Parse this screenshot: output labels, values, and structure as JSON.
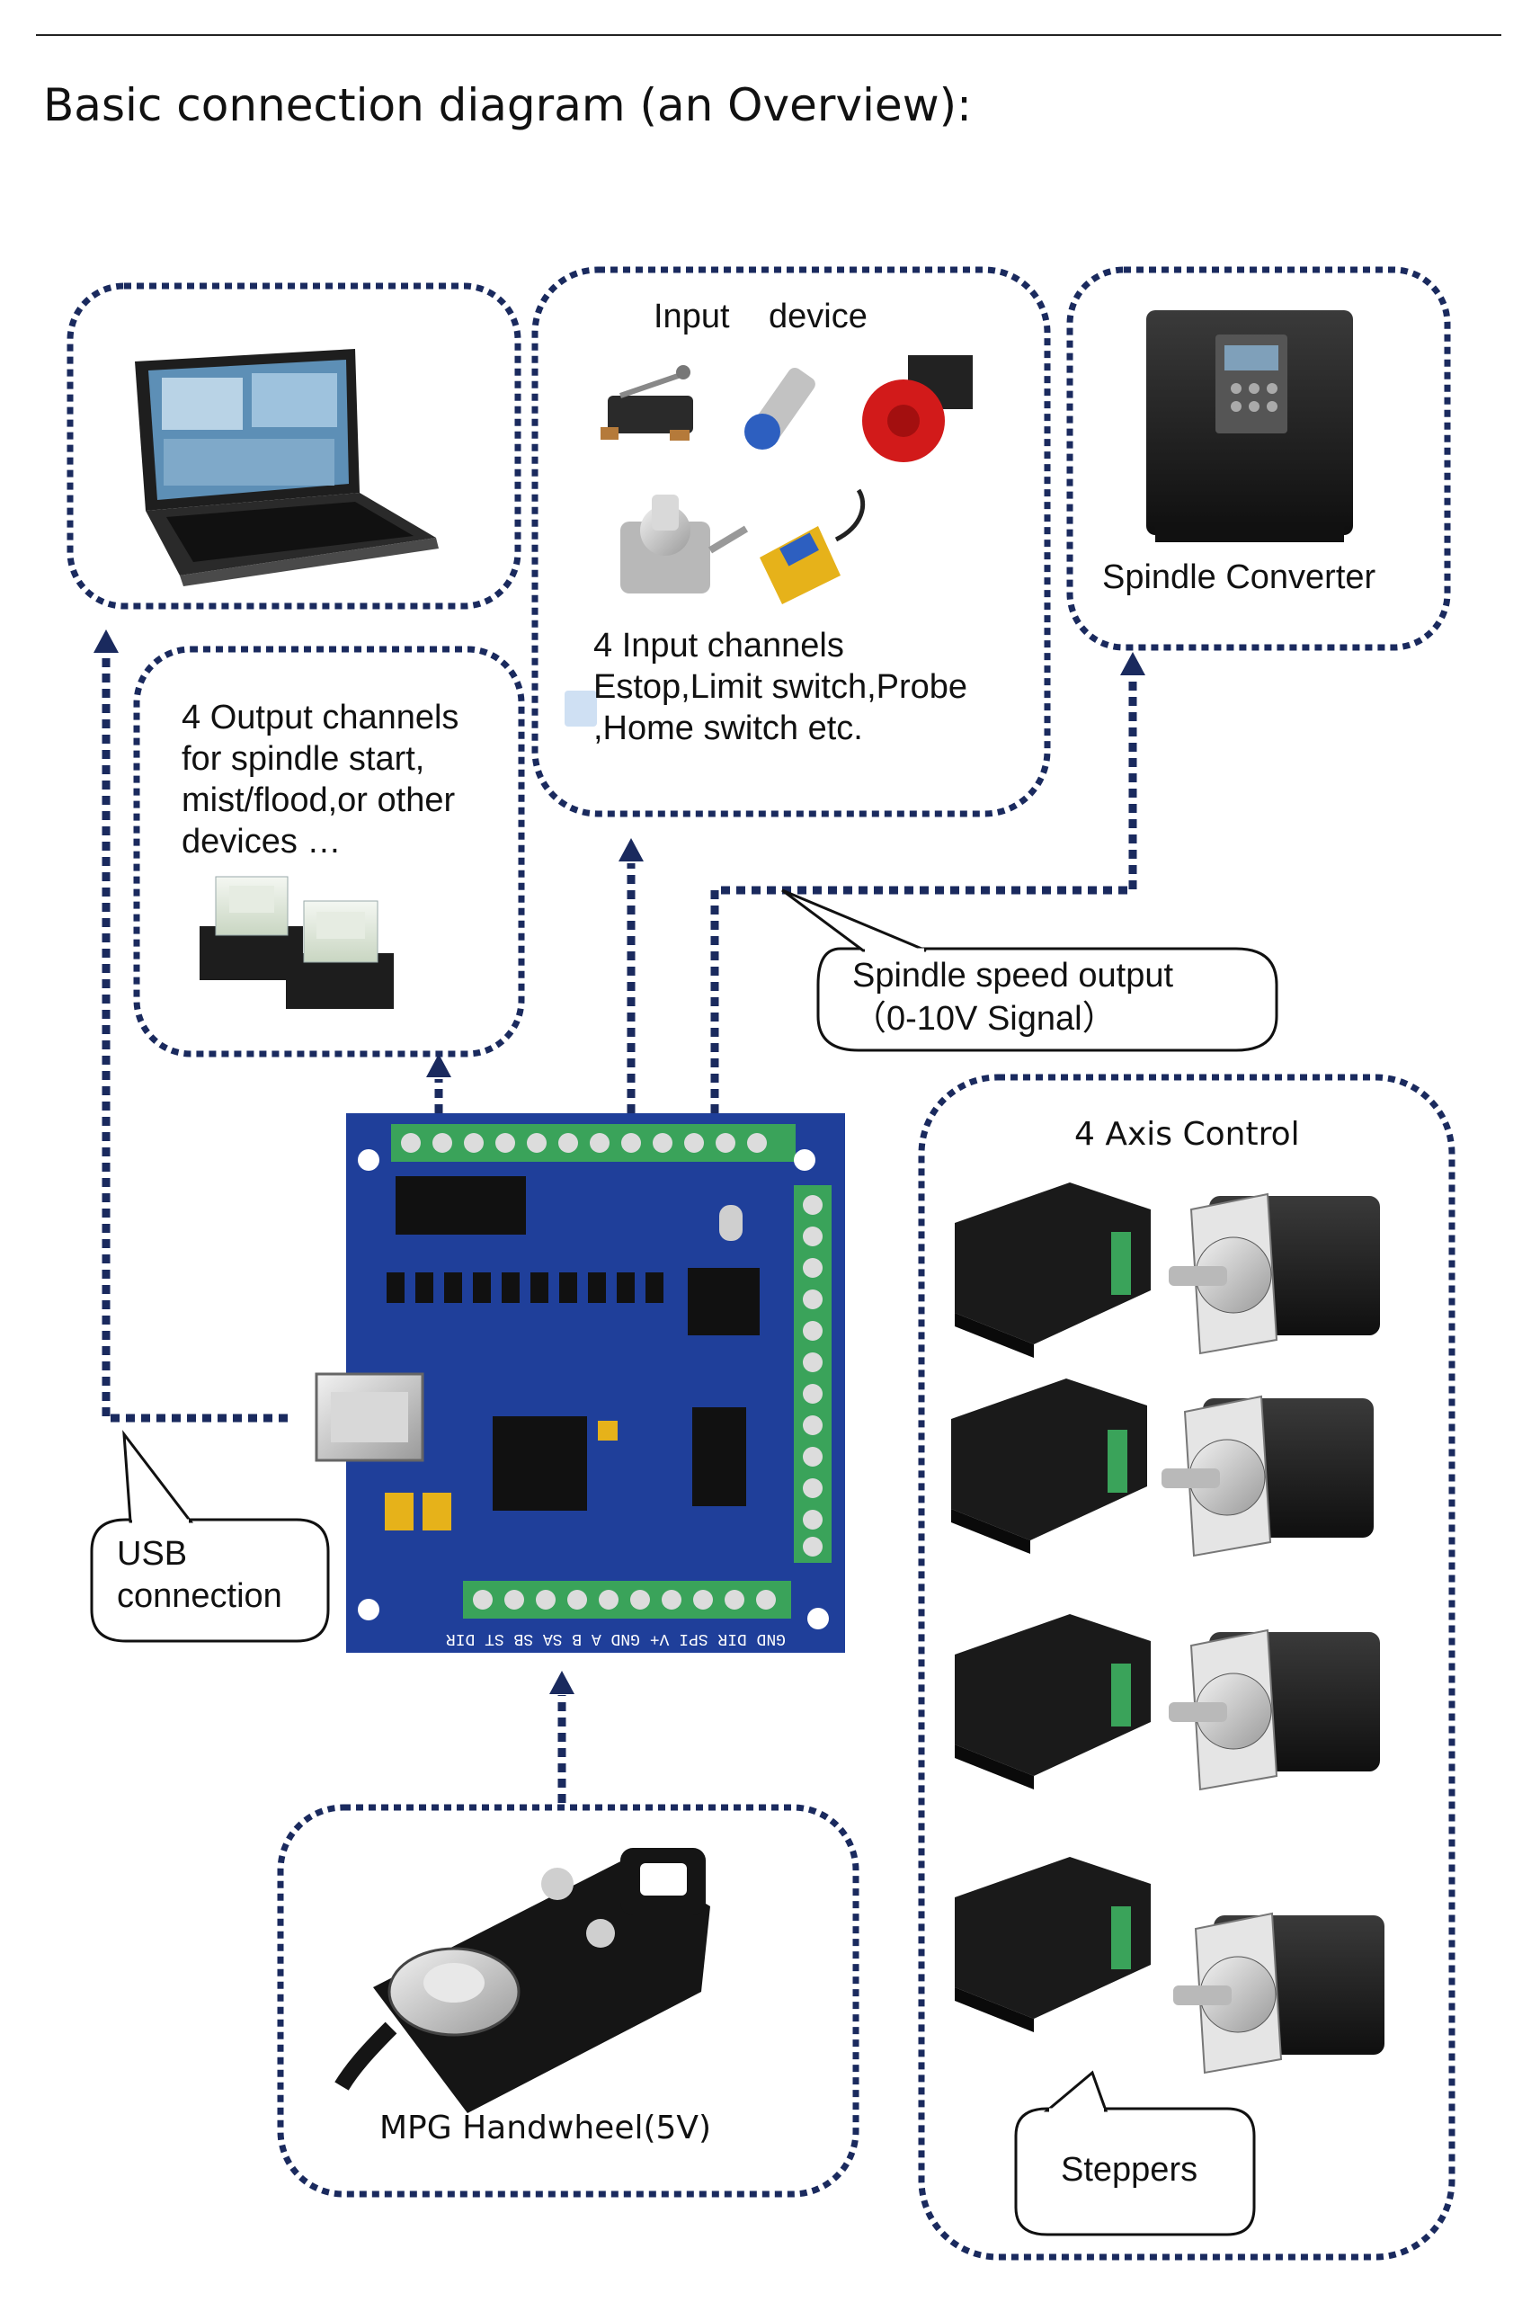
{
  "title": "Basic connection diagram (an Overview):",
  "groups": {
    "input_device": {
      "header_left": "Input",
      "header_right": "device",
      "caption_line1": "4 Input channels",
      "caption_line2": "Estop,Limit switch,Probe",
      "caption_line3": ",Home switch etc."
    },
    "spindle_converter": {
      "caption": "Spindle Converter"
    },
    "output_channels": {
      "caption": "4 Output channels\nfor spindle start,\nmist/flood,or other\ndevices …"
    },
    "axis_control": {
      "caption": "4 Axis Control"
    },
    "mpg": {
      "caption": "MPG Handwheel(5V)"
    }
  },
  "callouts": {
    "spindle_speed": {
      "line1": "Spindle speed output",
      "line2": "（0-10V Signal）"
    },
    "usb": {
      "line1": "USB",
      "line2": "connection"
    },
    "steppers": {
      "label": "Steppers"
    }
  },
  "board": {
    "bottom_pins": "GND  DIR  SPI  V+  GND  A  B  SA  SB  ST  DIR"
  },
  "colors": {
    "dotted_line": "#1a2a5e",
    "board_blue": "#1f3f9a",
    "terminal_green": "#3aa35a",
    "driver_black": "#1a1a1a",
    "estop_red": "#d21a1a",
    "prox_sensor_yellow": "#e6b21a",
    "prox_sensor_blue": "#2d5fc0"
  }
}
